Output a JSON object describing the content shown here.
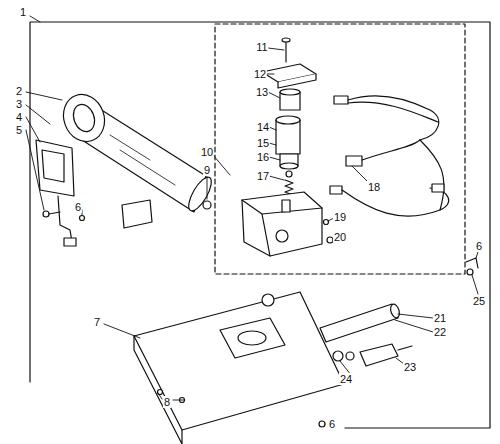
{
  "diagram": {
    "labels": [
      "1",
      "2",
      "3",
      "4",
      "5",
      "6",
      "11",
      "12",
      "13",
      "10",
      "9",
      "14",
      "15",
      "16",
      "17",
      "18",
      "19",
      "20",
      "6",
      "25",
      "21",
      "22",
      "7",
      "24",
      "23",
      "8",
      "6"
    ]
  }
}
